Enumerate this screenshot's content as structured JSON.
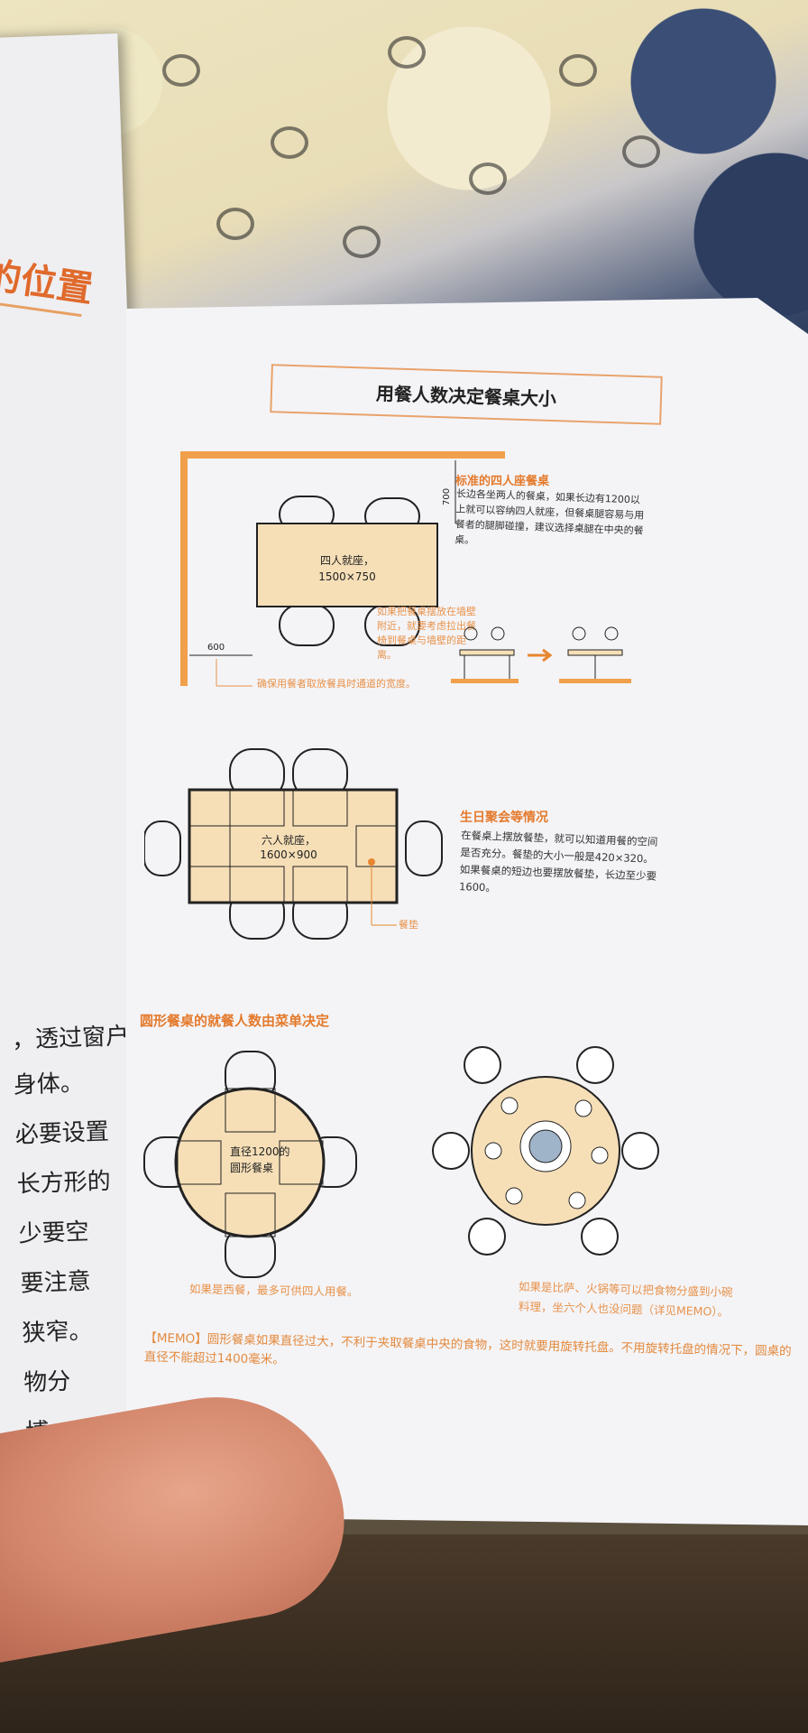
{
  "colors": {
    "accent": "#e7862f",
    "table_fill": "#f6dfb7",
    "line": "#222222"
  },
  "left_page": {
    "heading": "的位置",
    "lines": [
      "，透过窗户",
      "身体。",
      "必要设置",
      "长方形的",
      "少要空",
      "要注意",
      "狭窄。",
      "物分",
      "博，"
    ]
  },
  "title": "用餐人数决定餐桌大小",
  "section1": {
    "heading": "标准的四人座餐桌",
    "body": "长边各坐两人的餐桌，如果长边有1200以上就可以容纳四人就座，但餐桌腿容易与用餐者的腿脚碰撞，建议选择桌腿在中央的餐桌。",
    "table_label": "四人就座，",
    "table_size": "1500×750",
    "dim_700": "700",
    "dim_600": "600",
    "wall_note": "如果把餐桌摆放在墙壁附近，就要考虑拉出餐椅到餐桌与墙壁的距离。",
    "pass_note": "确保用餐者取放餐具时通道的宽度。"
  },
  "section2": {
    "heading": "生日聚会等情况",
    "body": "在餐桌上摆放餐垫，就可以知道用餐的空间是否充分。餐垫的大小一般是420×320。如果餐桌的短边也要摆放餐垫，长边至少要1600。",
    "table_label": "六人就座，",
    "table_size": "1600×900",
    "mat_label": "餐垫"
  },
  "section3": {
    "heading": "圆形餐桌的就餐人数由菜单决定",
    "round_label_1": "直径1200的",
    "round_label_2": "圆形餐桌",
    "caption_left": "如果是西餐，最多可供四人用餐。",
    "caption_right_1": "如果是比萨、火锅等可以把食物分盛到小碗",
    "caption_right_2": "料理，坐六个人也没问题（详见MEMO）。"
  },
  "memo": "【MEMO】圆形餐桌如果直径过大，不利于夹取餐桌中央的食物，这时就要用旋转托盘。不用旋转托盘的情况下，圆桌的直径不能超过1400毫米。"
}
